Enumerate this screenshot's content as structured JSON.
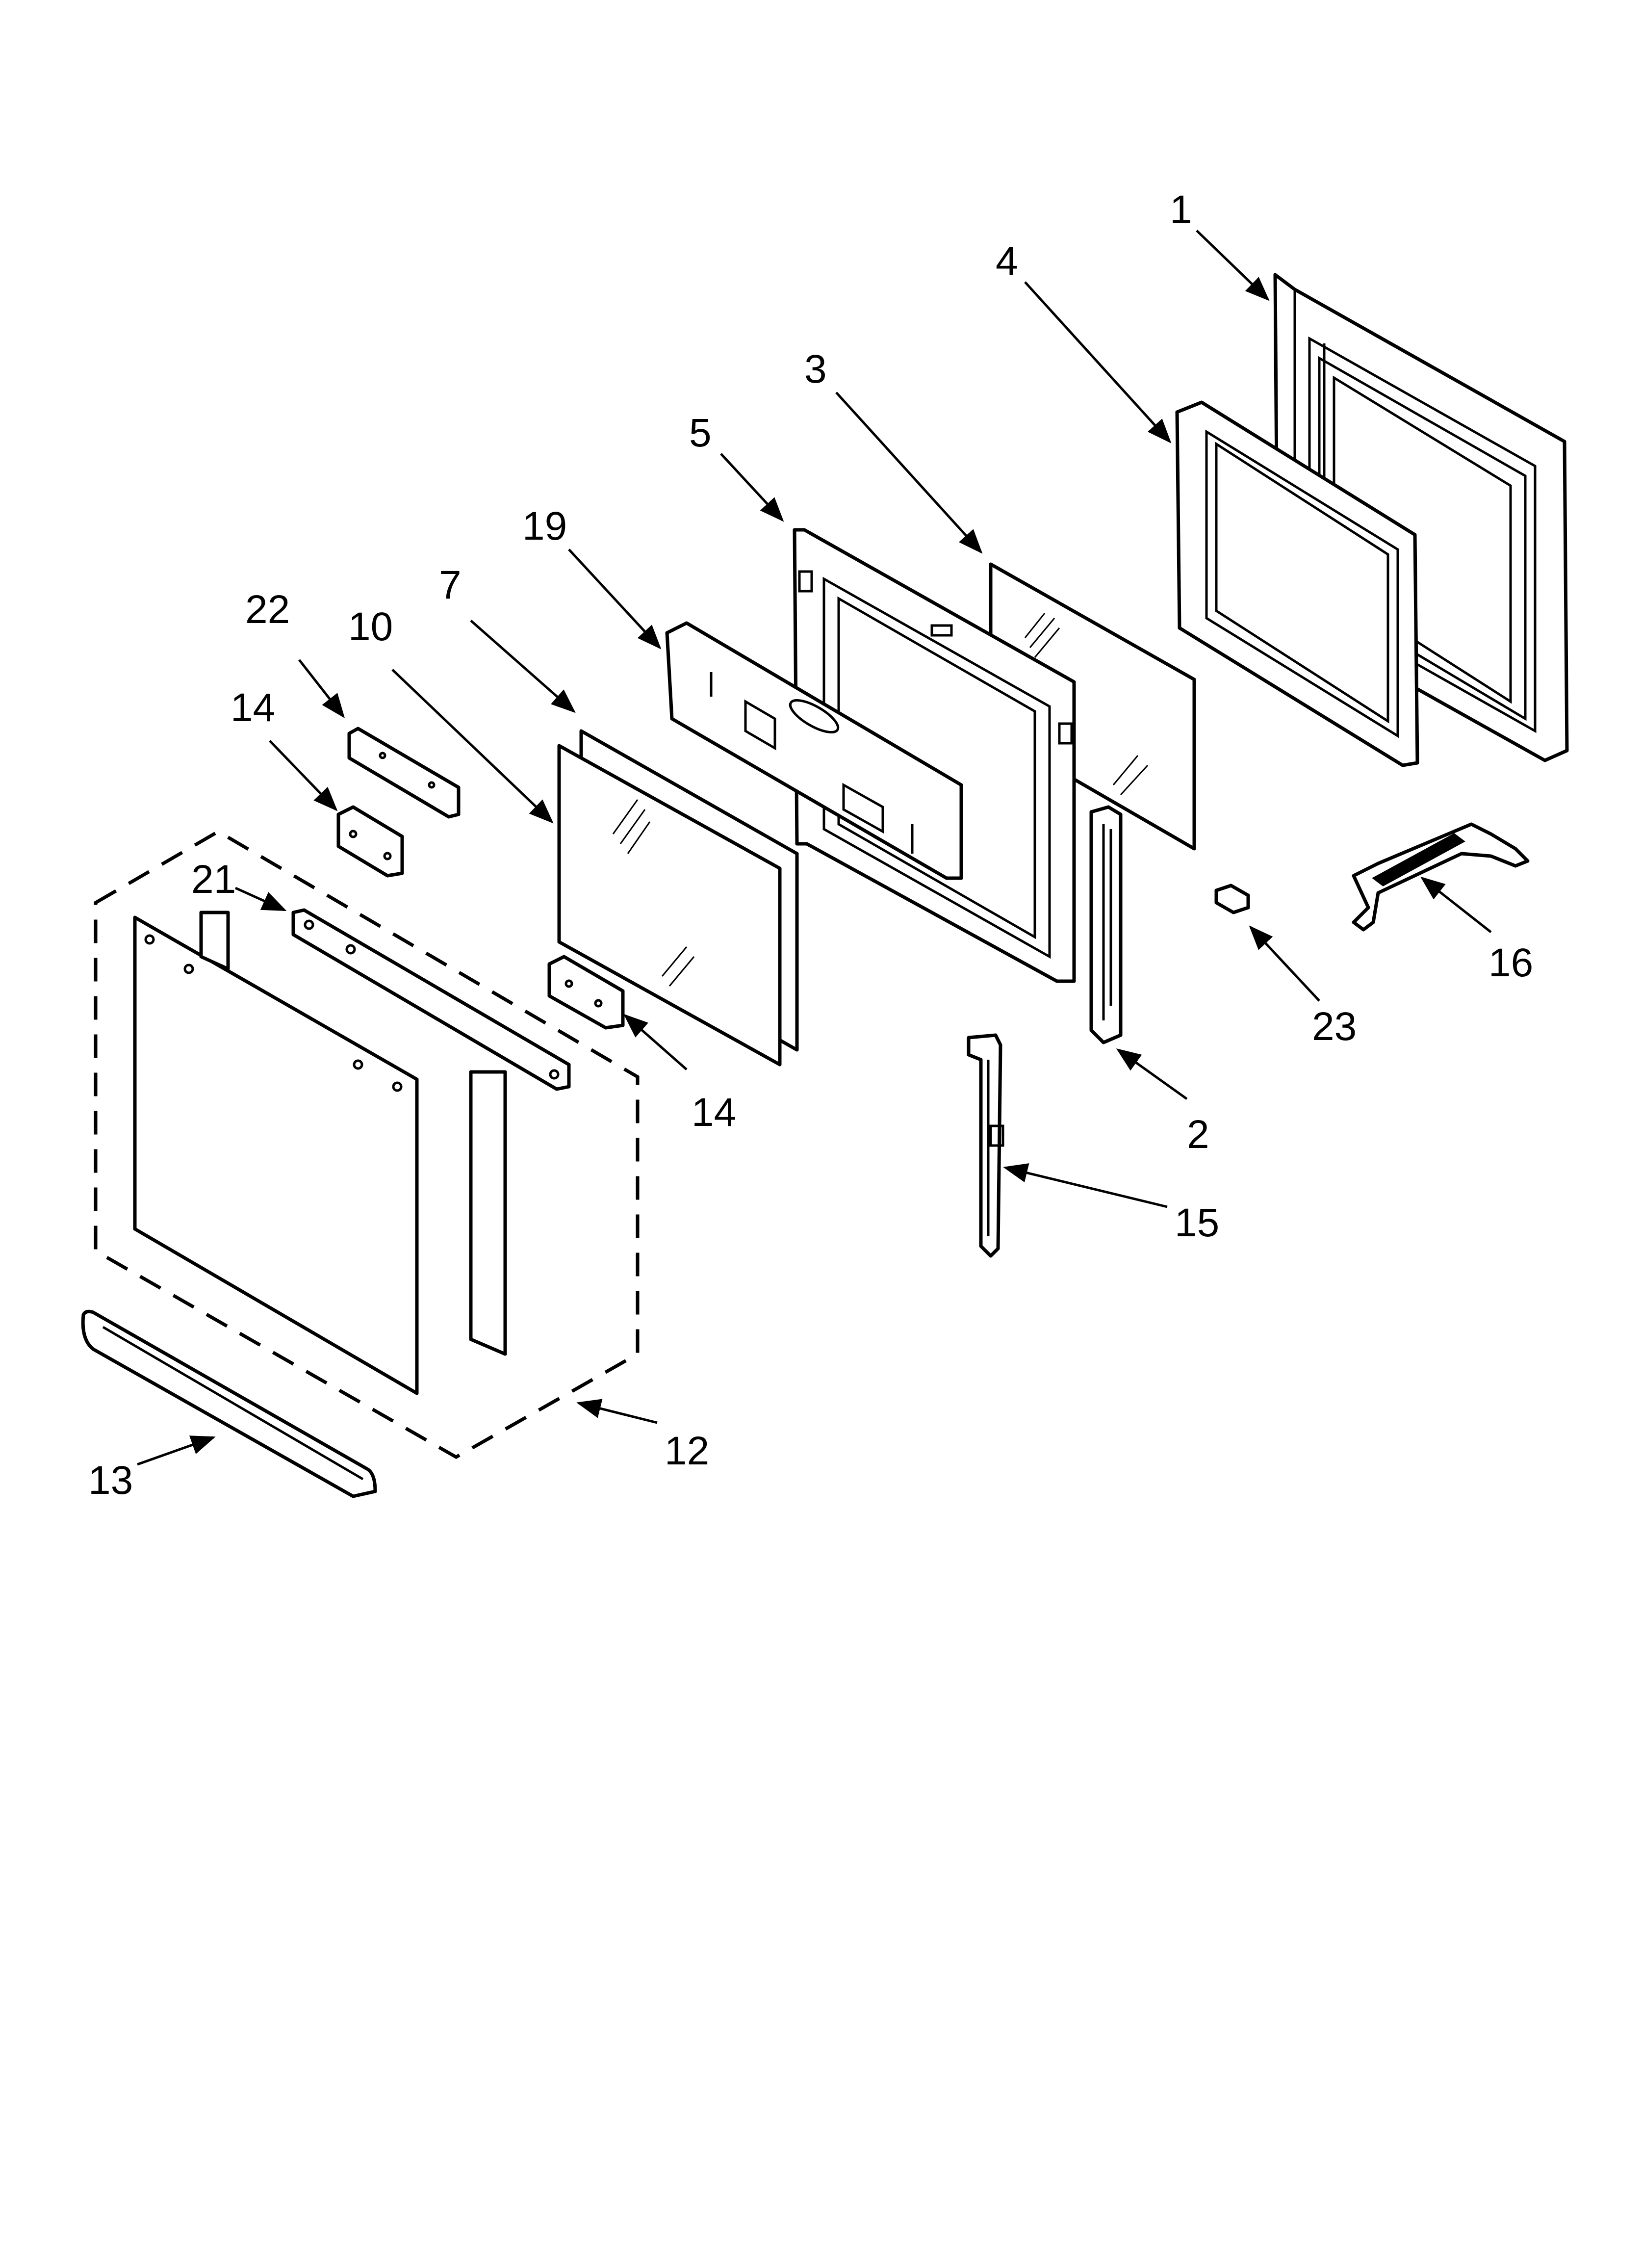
{
  "callouts": [
    {
      "label": "1"
    },
    {
      "label": "4"
    },
    {
      "label": "3"
    },
    {
      "label": "5"
    },
    {
      "label": "19"
    },
    {
      "label": "7"
    },
    {
      "label": "22"
    },
    {
      "label": "10"
    },
    {
      "label": "14"
    },
    {
      "label": "21"
    },
    {
      "label": "14"
    },
    {
      "label": "23"
    },
    {
      "label": "16"
    },
    {
      "label": "2"
    },
    {
      "label": "15"
    },
    {
      "label": "12"
    },
    {
      "label": "13"
    }
  ]
}
